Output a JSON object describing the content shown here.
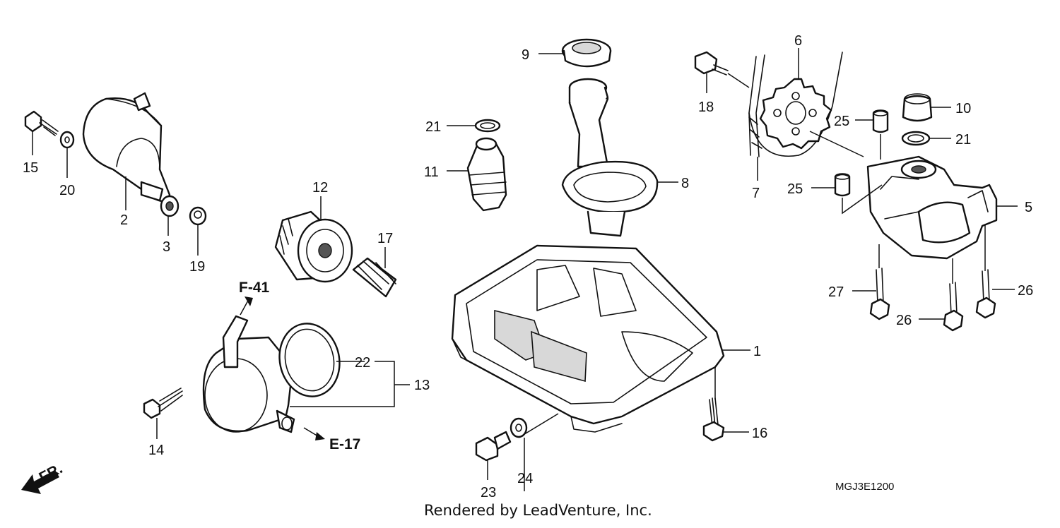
{
  "callouts": {
    "p1": "1",
    "p2": "2",
    "p3": "3",
    "p5": "5",
    "p6": "6",
    "p7": "7",
    "p8": "8",
    "p9": "9",
    "p10": "10",
    "p11": "11",
    "p12": "12",
    "p13": "13",
    "p14": "14",
    "p15": "15",
    "p16": "16",
    "p17": "17",
    "p18": "18",
    "p19": "19",
    "p20": "20",
    "p21a": "21",
    "p21b": "21",
    "p22": "22",
    "p23": "23",
    "p24": "24",
    "p25a": "25",
    "p25b": "25",
    "p26a": "26",
    "p26b": "26",
    "p27": "27"
  },
  "references": {
    "f41": "F-41",
    "e17": "E-17",
    "front": "FR."
  },
  "diagram_code": "MGJ3E1200",
  "credit": "Rendered by LeadVenture, Inc."
}
